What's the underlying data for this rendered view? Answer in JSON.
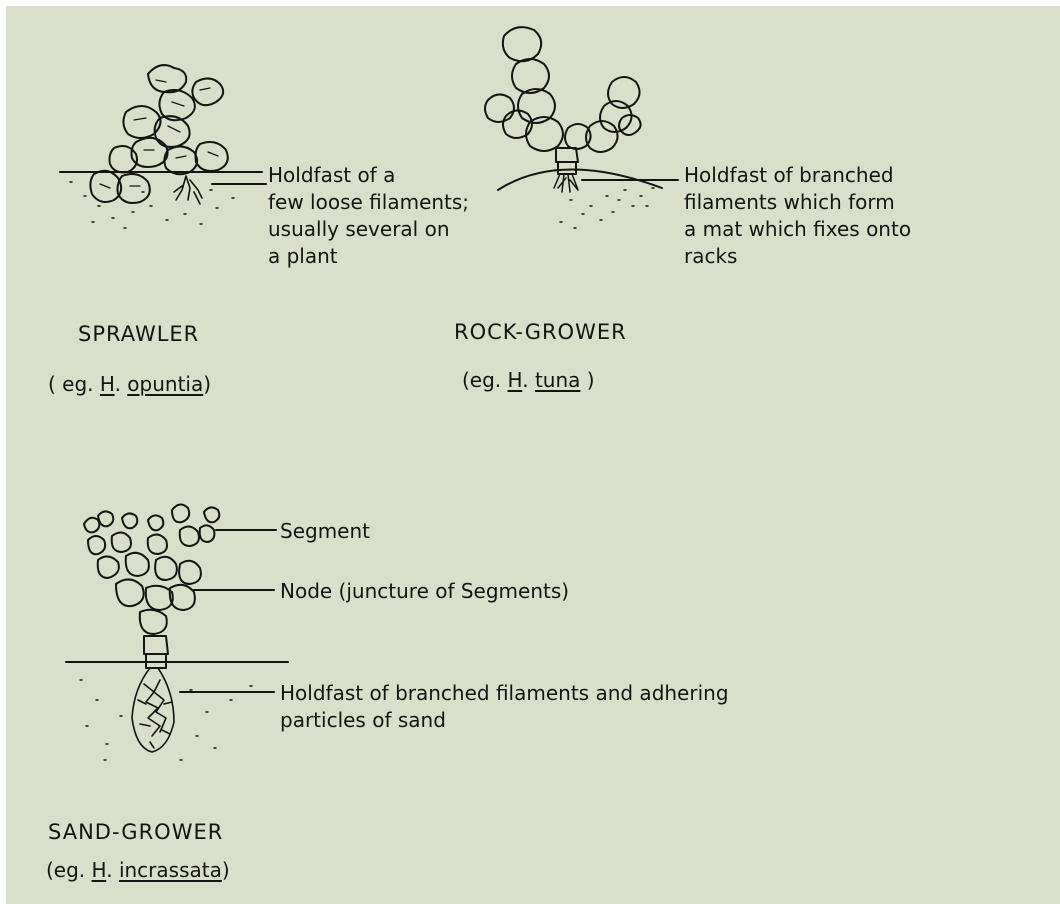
{
  "sprawler": {
    "title": "SPRAWLER",
    "example": {
      "open": "( eg.",
      "genus": "H",
      "dot": ".",
      "species": "opuntia",
      "close": ")"
    },
    "annotation": [
      "Holdfast of a",
      "few loose filaments;",
      "usually several on",
      "a plant"
    ]
  },
  "rock_grower": {
    "title": "ROCK-GROWER",
    "example": {
      "open": "(eg.",
      "genus": "H",
      "dot": ".",
      "species": "tuna",
      "close": ")"
    },
    "annotation": [
      "Holdfast of branched",
      "filaments which form",
      "a mat which fixes onto",
      "racks"
    ]
  },
  "sand_grower": {
    "title": "SAND-GROWER",
    "example": {
      "open": "(eg.",
      "genus": "H",
      "dot": ".",
      "species": "incrassata",
      "close": ")"
    },
    "labels": {
      "segment": "Segment",
      "node": "Node (juncture of Segments)",
      "holdfast": [
        "Holdfast of branched filaments and adhering",
        "particles of sand"
      ]
    }
  },
  "colors": {
    "paper": "#d9dfc8",
    "ink": "#141414"
  }
}
